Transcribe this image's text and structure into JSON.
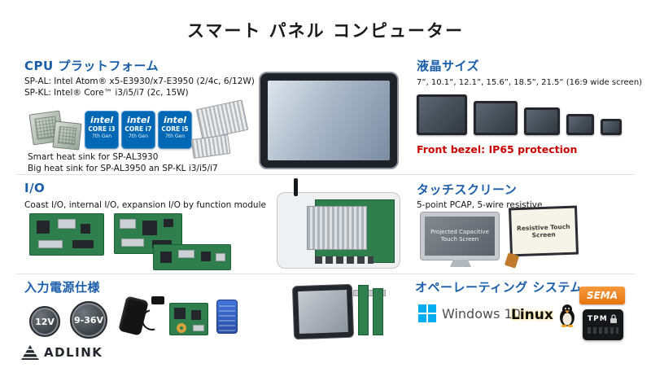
{
  "title": "スマート パネル コンピューター",
  "cpu": {
    "heading": "CPU プラットフォーム",
    "spec_line1": "SP-AL: Intel Atom® x5-E3930/x7-E3950 (2/4c, 6/12W)",
    "spec_line2": "SP-KL: Intel® Core™ i3/i5/i7 (2c, 15W)",
    "badges": [
      {
        "brand": "intel",
        "core": "CORE i3",
        "gen": "7th Gen"
      },
      {
        "brand": "intel",
        "core": "CORE i7",
        "gen": "7th Gen"
      },
      {
        "brand": "intel",
        "core": "CORE i5",
        "gen": "7th Gen"
      }
    ],
    "note1": "Smart heat sink for SP-AL3930",
    "note2": "Big heat sink for SP-AL3950 an SP-KL i3/i5/i7"
  },
  "lcd": {
    "heading": "液晶サイズ",
    "sizes": "7”, 10.1”, 12.1”, 15.6”, 18.5”, 21.5” (16:9 wide screen)",
    "protection": "Front bezel: IP65 protection"
  },
  "io": {
    "heading": "I/O",
    "description": "Coast I/O, internal I/O, expansion I/O by function module"
  },
  "touch": {
    "heading": "タッチスクリーン",
    "description": "5-point PCAP, 5-wire resistive",
    "pcap_label": "Projected Capacitive Touch Screen",
    "resistive_label": "Resistive Touch Screen"
  },
  "power": {
    "heading": "入力電源仕様",
    "voltage_badge_1": "12V",
    "voltage_badge_2": "9-36V"
  },
  "os": {
    "heading": "オペーレーティング システム",
    "windows_label": "Windows 10",
    "linux_label": "Linux",
    "sema_label": "SEMA",
    "tpm_label": "TPM"
  },
  "footer": {
    "brand": "ADLINK"
  },
  "colors": {
    "heading_blue": "#1a5eaa",
    "alert_red": "#cc0000",
    "intel_blue": "#0068b5",
    "windows_blue": "#00adef",
    "sema_orange": "#f08019"
  }
}
